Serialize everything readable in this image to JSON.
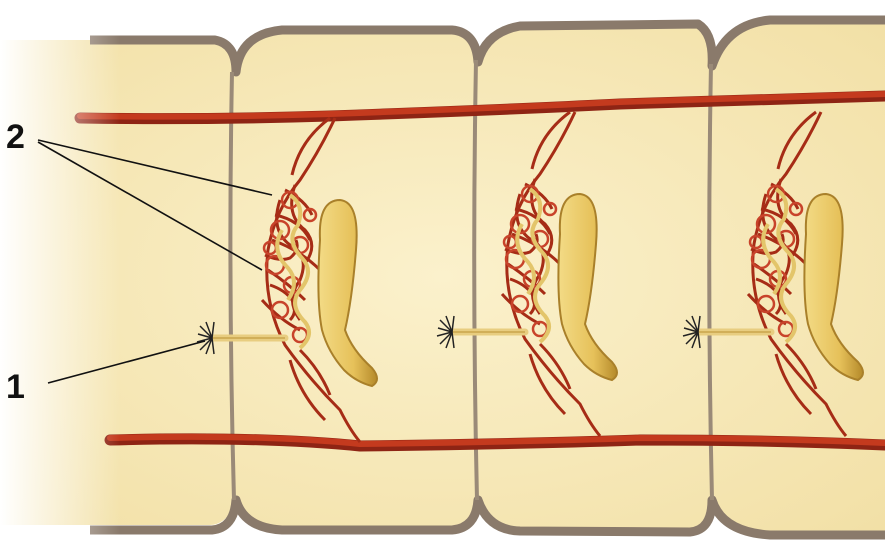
{
  "labels": {
    "one": "1",
    "two": "2"
  },
  "colors": {
    "body_fill": "#f7ecc0",
    "body_edge": "#8a7a6b",
    "vessel": "#b8321a",
    "vessel_dark": "#8e2414",
    "nephridium": "#e8c96a",
    "nephridium_dark": "#b8902e"
  },
  "segments_shown": 3
}
